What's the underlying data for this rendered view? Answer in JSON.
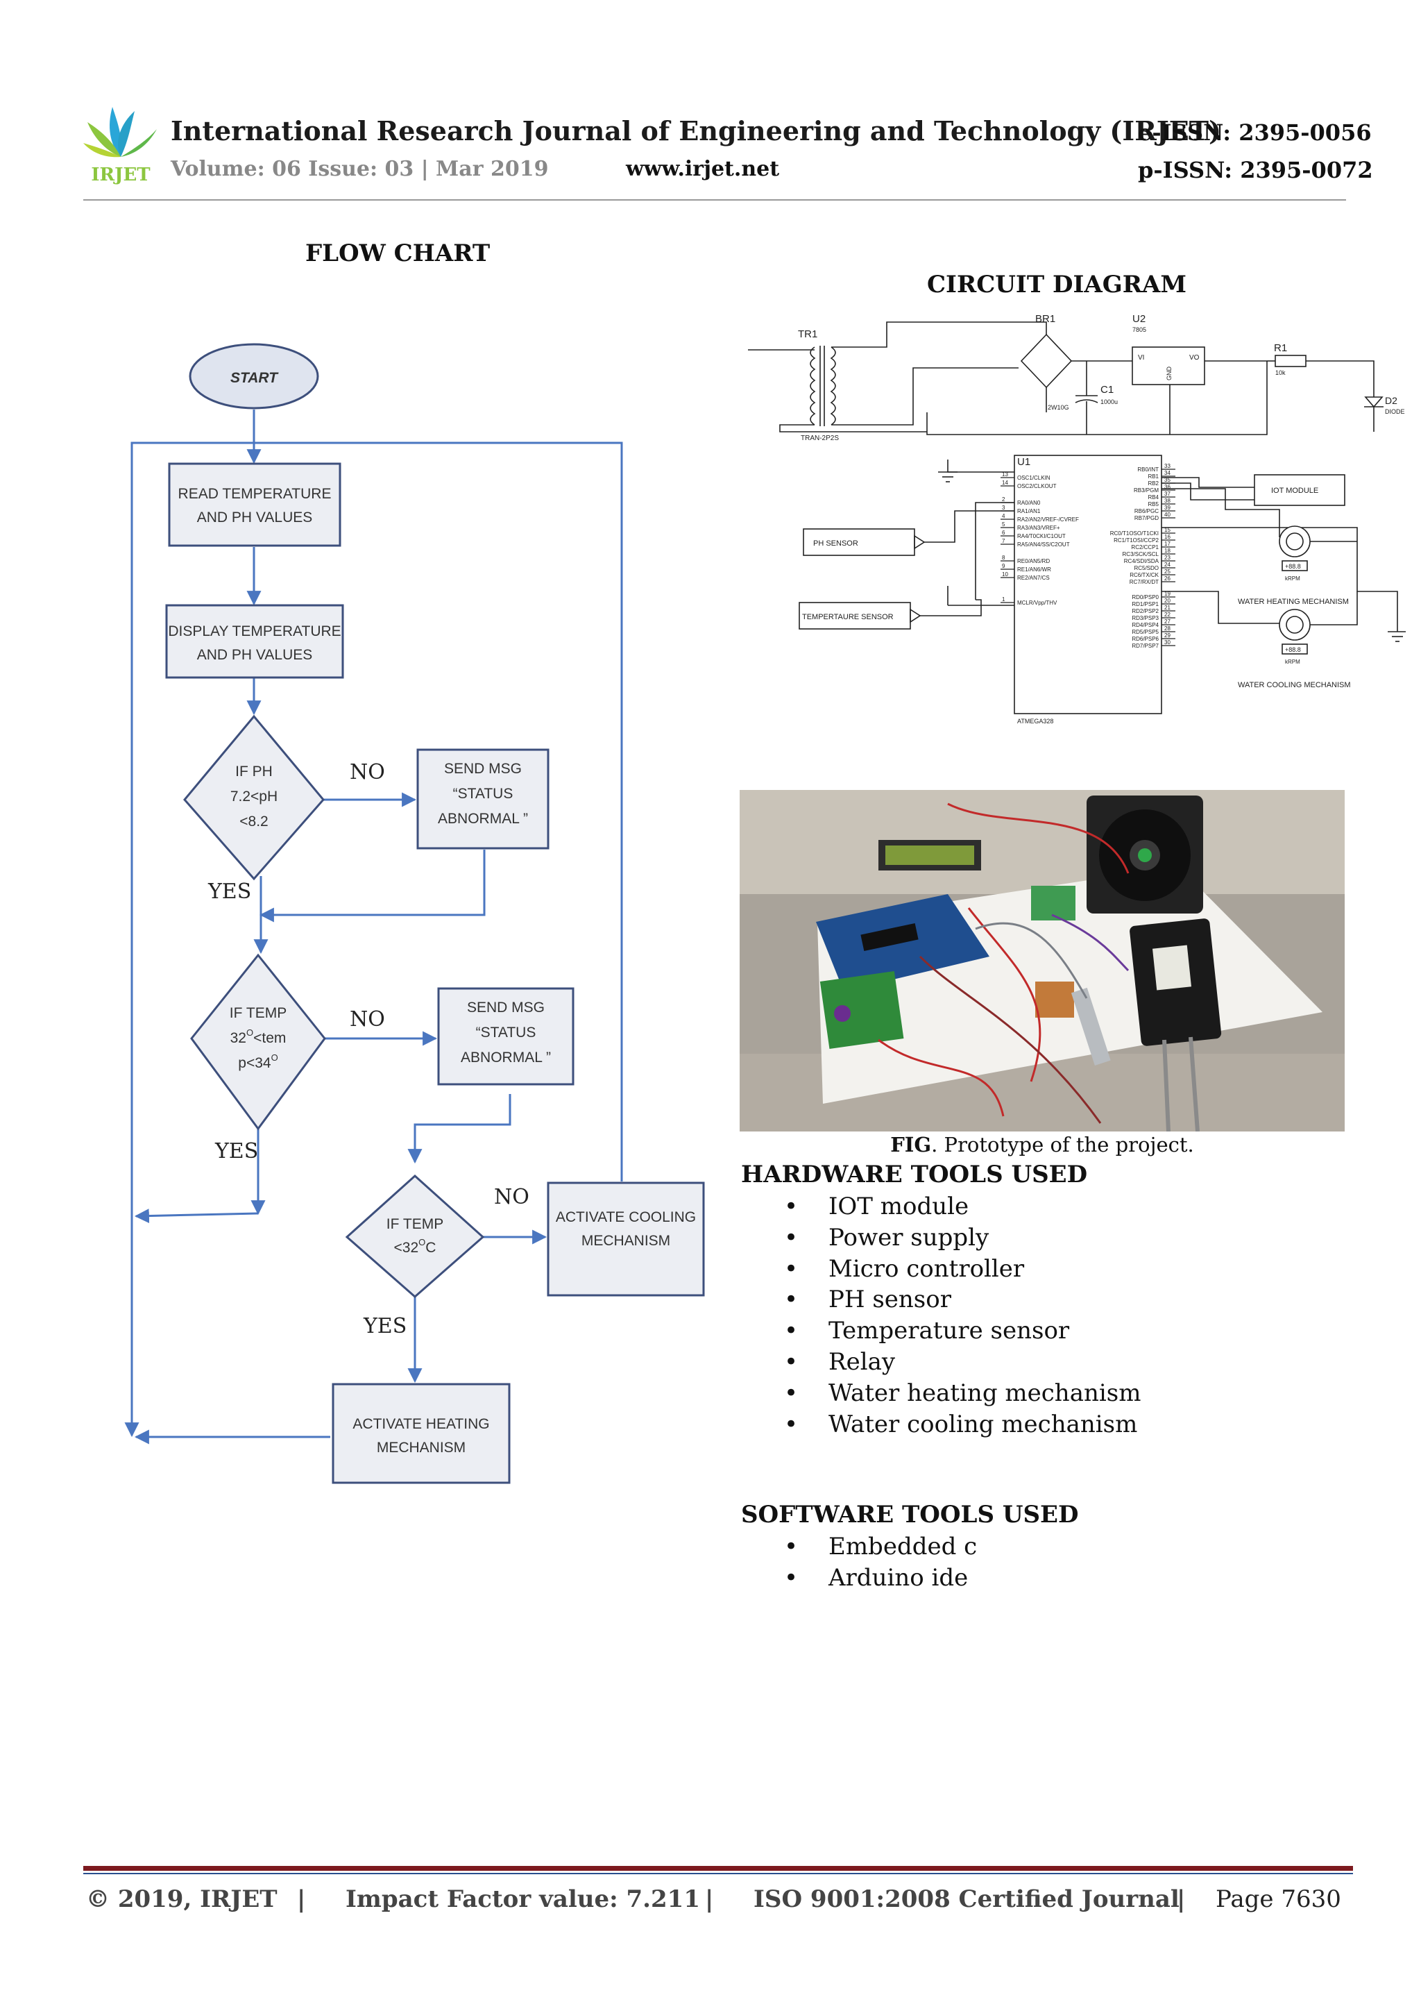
{
  "header": {
    "logo_text": "IRJET",
    "journal_title": "International Research Journal of Engineering and Technology (IRJET)",
    "eissn": "e-ISSN: 2395-0056",
    "volume": "Volume: 06 Issue: 03 | Mar 2019",
    "website": "www.irjet.net",
    "pissn": "p-ISSN: 2395-0072"
  },
  "flow_chart": {
    "title": "FLOW CHART",
    "start": "START",
    "read": [
      "READ TEMPERATURE",
      "AND PH VALUES"
    ],
    "display": [
      "DISPLAY TEMPERATURE",
      "AND PH VALUES"
    ],
    "ph_check": [
      "IF PH",
      "7.2<pH",
      "<8.2"
    ],
    "send_msg_1": [
      "SEND MSG",
      "“STATUS",
      "ABNORMAL ”"
    ],
    "temp_check": [
      "IF TEMP",
      "32",
      "O",
      "<tem",
      "p<34",
      "O"
    ],
    "send_msg_2": [
      "SEND MSG",
      "“STATUS",
      "ABNORMAL ”"
    ],
    "temp_low_check": [
      "IF TEMP",
      "<32",
      "O",
      "C"
    ],
    "cooling": [
      "ACTIVATE COOLING",
      "MECHANISM"
    ],
    "heating": [
      "ACTIVATE HEATING",
      "MECHANISM"
    ],
    "no_label": "NO",
    "yes_label": "YES"
  },
  "circuit": {
    "title": "CIRCUIT DIAGRAM",
    "tr1": "TR1",
    "tr1_part": "TRAN-2P2S",
    "br1": "BR1",
    "u2": "U2",
    "u2_part": "7805",
    "vi": "VI",
    "vo": "VO",
    "gnd": "GND",
    "c1": "C1",
    "c1_value": "1000u",
    "w_label": "2W10G",
    "r1": "R1",
    "r1_value": "10k",
    "d2": "D2",
    "d2_part": "DIODE",
    "u1": "U1",
    "u1_part": "ATMEGA328",
    "ph_sensor": "PH SENSOR",
    "temp_sensor": "TEMPERTAURE SENSOR",
    "iot_module": "IOT MODULE",
    "heating": "WATER HEATING MECHANISM",
    "cooling": "WATER COOLING MECHANISM",
    "motor_value": "+88.8",
    "motor_unit": "kRPM",
    "left_pins": [
      {
        "num": "13",
        "name": "OSC1/CLKIN"
      },
      {
        "num": "14",
        "name": "OSC2/CLKOUT"
      },
      {
        "num": "2",
        "name": "RA0/AN0"
      },
      {
        "num": "3",
        "name": "RA1/AN1"
      },
      {
        "num": "4",
        "name": "RA2/AN2/VREF-/CVREF"
      },
      {
        "num": "5",
        "name": "RA3/AN3/VREF+"
      },
      {
        "num": "6",
        "name": "RA4/T0CKI/C1OUT"
      },
      {
        "num": "7",
        "name": "RA5/AN4/SS/C2OUT"
      },
      {
        "num": "8",
        "name": "RE0/AN5/RD"
      },
      {
        "num": "9",
        "name": "RE1/AN6/WR"
      },
      {
        "num": "10",
        "name": "RE2/AN7/CS"
      },
      {
        "num": "1",
        "name": "MCLR/Vpp/THV"
      }
    ],
    "right_pins": [
      {
        "num": "33",
        "name": "RB0/INT"
      },
      {
        "num": "34",
        "name": "RB1"
      },
      {
        "num": "35",
        "name": "RB2"
      },
      {
        "num": "36",
        "name": "RB3/PGM"
      },
      {
        "num": "37",
        "name": "RB4"
      },
      {
        "num": "38",
        "name": "RB5"
      },
      {
        "num": "39",
        "name": "RB6/PGC"
      },
      {
        "num": "40",
        "name": "RB7/PGD"
      },
      {
        "num": "15",
        "name": "RC0/T1OSO/T1CKI"
      },
      {
        "num": "16",
        "name": "RC1/T1OSI/CCP2"
      },
      {
        "num": "17",
        "name": "RC2/CCP1"
      },
      {
        "num": "18",
        "name": "RC3/SCK/SCL"
      },
      {
        "num": "23",
        "name": "RC4/SDI/SDA"
      },
      {
        "num": "24",
        "name": "RC5/SDO"
      },
      {
        "num": "25",
        "name": "RC6/TX/CK"
      },
      {
        "num": "26",
        "name": "RC7/RX/DT"
      },
      {
        "num": "19",
        "name": "RD0/PSP0"
      },
      {
        "num": "20",
        "name": "RD1/PSP1"
      },
      {
        "num": "21",
        "name": "RD2/PSP2"
      },
      {
        "num": "22",
        "name": "RD3/PSP3"
      },
      {
        "num": "27",
        "name": "RD4/PSP4"
      },
      {
        "num": "28",
        "name": "RD5/PSP5"
      },
      {
        "num": "29",
        "name": "RD6/PSP6"
      },
      {
        "num": "30",
        "name": "RD7/PSP7"
      }
    ]
  },
  "figure": {
    "caption_label": "FIG",
    "caption_text": ". Prototype of the project."
  },
  "hardware": {
    "heading": "HARDWARE TOOLS USED",
    "items": [
      "IOT module",
      "Power supply",
      "Micro controller",
      "PH sensor",
      "Temperature sensor",
      "Relay",
      "Water heating mechanism",
      "Water cooling mechanism"
    ]
  },
  "software": {
    "heading": "SOFTWARE TOOLS USED",
    "items": [
      "Embedded c",
      "Arduino ide"
    ]
  },
  "bullet": "•",
  "footer": {
    "copyright": "© 2019, IRJET",
    "separator": "|",
    "impact": "Impact Factor value: 7.211",
    "iso": "ISO 9001:2008 Certified Journal",
    "page": "Page 7630"
  },
  "colors": {
    "flow_line": "#4a76c0",
    "box_border": "#3d4f7c",
    "box_fill": "#eceef3",
    "footer_rule": "#7d1a1f",
    "logo_green": "#8cc63f",
    "logo_blue": "#2aa6d8"
  }
}
